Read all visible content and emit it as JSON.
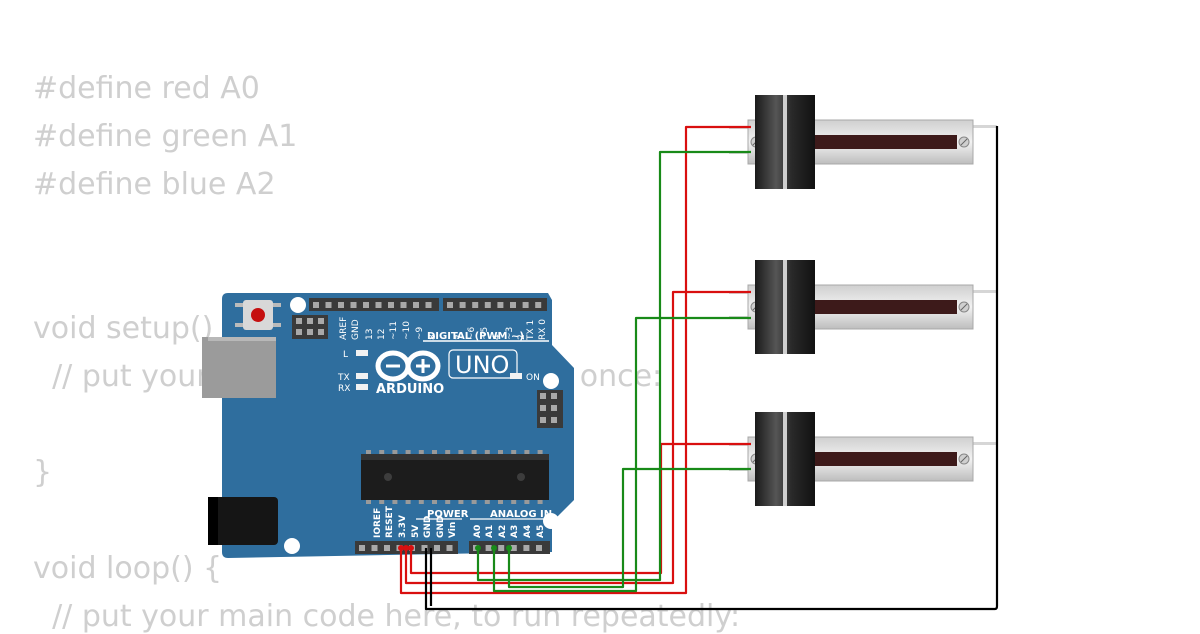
{
  "code": {
    "lines": [
      "#define red A0",
      "#define green A1",
      "#define blue A2",
      "void setup() {",
      "  // put your setup code here, to run once:",
      "}",
      "void loop() {",
      "  // put your main code here, to run repeatedly:"
    ]
  },
  "board": {
    "brand": "ARDUINO",
    "model": "UNO",
    "digital_header": "DIGITAL (PWM ~)",
    "power_header": "POWER",
    "analog_header": "ANALOG IN",
    "led_l": "L",
    "led_tx": "TX",
    "led_rx": "RX",
    "led_on": "ON",
    "top_pins": [
      "AREF",
      "GND",
      "13",
      "12",
      "~11",
      "~10",
      "~9",
      "8",
      "7",
      "~6",
      "~5",
      "4",
      "~3",
      "2",
      "TX 1",
      "RX 0"
    ],
    "power_pins": [
      "IOREF",
      "RESET",
      "3.3V",
      "5V",
      "GND",
      "GND",
      "Vin"
    ],
    "analog_pins": [
      "A0",
      "A1",
      "A2",
      "A3",
      "A4",
      "A5"
    ]
  },
  "potentiometers": [
    {
      "name": "slider-pot-1"
    },
    {
      "name": "slider-pot-2"
    },
    {
      "name": "slider-pot-3"
    }
  ],
  "colors": {
    "board": "#2f6e9e",
    "wire_red": "#d90f0f",
    "wire_green": "#188a18",
    "wire_black": "#000000",
    "code_text": "#cfcfcf"
  }
}
